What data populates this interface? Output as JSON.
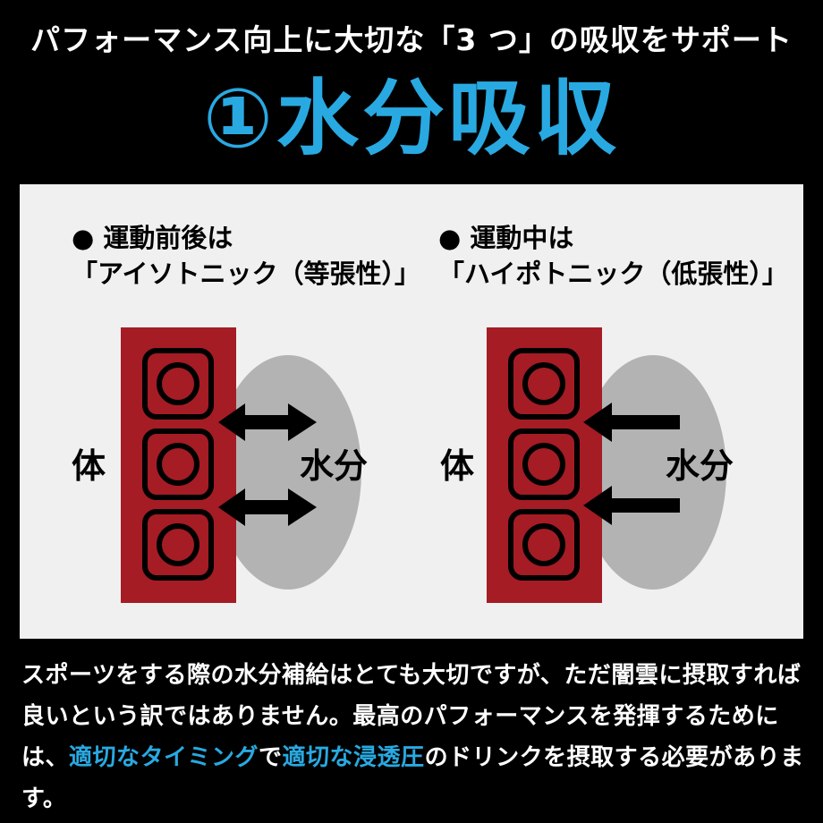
{
  "header": {
    "subtitle": "パフォーマンス向上に大切な「3 つ」の吸収をサポート",
    "title": "①水分吸収"
  },
  "left": {
    "heading_line1": "● 運動前後は",
    "heading_line2": "「アイソトニック（等張性）」",
    "body_label": "体",
    "water_label": "水分"
  },
  "right": {
    "heading_line1": "● 運動中は",
    "heading_line2": "「ハイポトニック（低張性）」",
    "body_label": "体",
    "water_label": "水分"
  },
  "colors": {
    "accent": "#29a9e1",
    "body_red": "#a51c24",
    "water_gray": "#b3b3b3",
    "panel": "#f0f0f0"
  },
  "footer": {
    "p1": "スポーツをする際の水分補給はとても大切ですが、ただ闇雲に摂取すれば良いという訳ではありません。最高のパフォーマンスを発揮するためには、",
    "hl1": "適切なタイミング",
    "p2": "で",
    "hl2": "適切な浸透圧",
    "p3": "のドリンクを摂取する必要があります。"
  }
}
